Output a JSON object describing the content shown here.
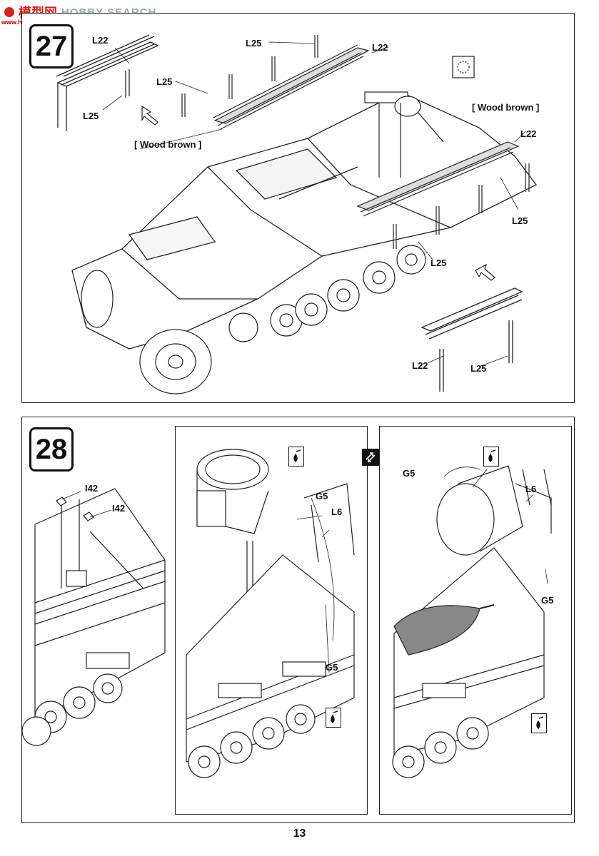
{
  "watermark": {
    "cn": "模型网",
    "en": "HOBBY SEARCH",
    "url": "www.hobbyshop.com.cn"
  },
  "step27": {
    "number": "27",
    "labels": {
      "l22_top_left": "L22",
      "l25_top_left": "L25",
      "l25_top_center": "L25",
      "l22_top_center": "L22",
      "l25_left_center": "L25",
      "wood_brown_left": "[ Wood brown ]",
      "wood_brown_right": "[ Wood brown ]",
      "l22_right": "L22",
      "l25_right": "L25",
      "l25_center_bottom": "L25",
      "l22_bottom_right": "L22",
      "l25_bottom_right": "L25"
    }
  },
  "step28": {
    "number": "28",
    "labels": {
      "i42_a": "I42",
      "i42_b": "I42",
      "g5_mid": "G5",
      "l6_mid": "L6",
      "g5_mid_bottom": "G5",
      "g5_right_top": "G5",
      "l6_right": "L6",
      "g5_right": "G5"
    }
  },
  "page": {
    "number": "13"
  }
}
